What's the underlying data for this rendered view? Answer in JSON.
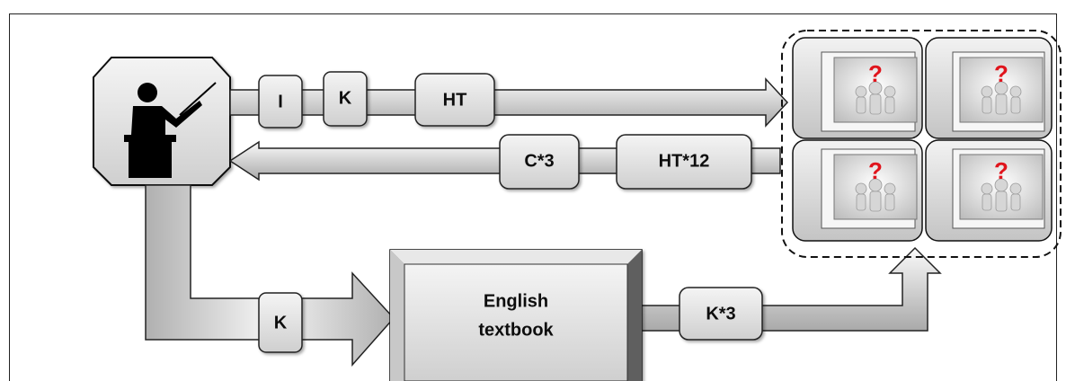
{
  "labels": {
    "forward_1": "I",
    "forward_2": "K",
    "forward_3": "HT",
    "back_1": "C*3",
    "back_2": "HT*12",
    "down_k": "K",
    "textbook_line1": "English",
    "textbook_line2": "textbook",
    "up_k3": "K*3",
    "question_mark": "?"
  },
  "icons": {
    "teacher": "teacher-at-lectern-icon",
    "students": "people-with-question-mark-icon"
  },
  "colors": {
    "arrow_light": "#f2f2f2",
    "arrow_dark": "#9a9a9a",
    "outline": "#1a1a1a",
    "question": "#e0141c",
    "person": "#d9d9d9"
  }
}
